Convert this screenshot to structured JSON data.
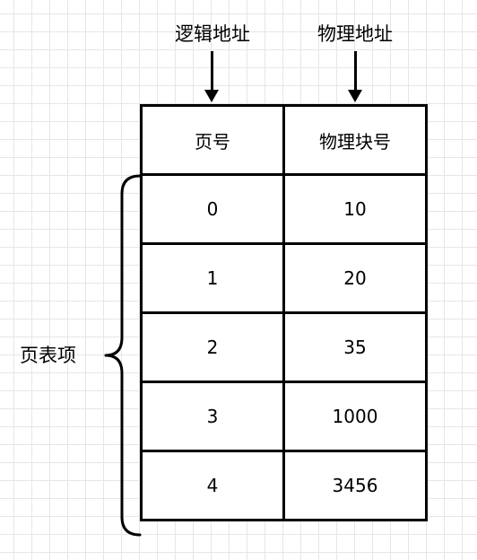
{
  "labels": {
    "logical_address": "逻辑地址",
    "physical_address": "物理地址",
    "page_table_entry": "页表项"
  },
  "table": {
    "headers": [
      "页号",
      "物理块号"
    ],
    "rows": [
      [
        "0",
        "10"
      ],
      [
        "1",
        "20"
      ],
      [
        "2",
        "35"
      ],
      [
        "3",
        "1000"
      ],
      [
        "4",
        "3456"
      ]
    ]
  }
}
